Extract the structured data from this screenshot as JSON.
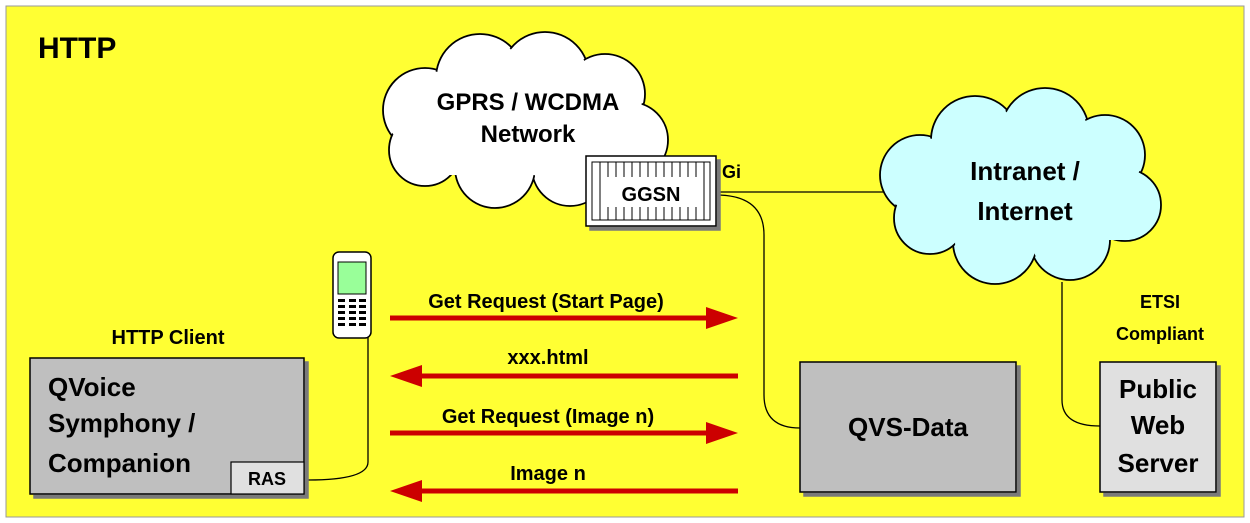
{
  "title": "HTTP",
  "cloud_gprs": {
    "line1": "GPRS / WCDMA",
    "line2": "Network"
  },
  "cloud_internet": {
    "line1": "Intranet /",
    "line2": "Internet"
  },
  "ggsn": {
    "label": "GGSN",
    "interface_label": "Gi"
  },
  "client": {
    "caption": "HTTP Client",
    "line1": "QVoice",
    "line2": "Symphony /",
    "line3": "Companion",
    "ras_label": "RAS"
  },
  "qvs_data": {
    "label": "QVS-Data"
  },
  "web_server": {
    "caption_line1": "ETSI",
    "caption_line2": "Compliant",
    "line1": "Public",
    "line2": "Web",
    "line3": "Server"
  },
  "messages": [
    {
      "label": "Get Request (Start Page)",
      "direction": "right"
    },
    {
      "label": "xxx.html",
      "direction": "left"
    },
    {
      "label": "Get Request (Image n)",
      "direction": "right"
    },
    {
      "label": "Image n",
      "direction": "left"
    }
  ],
  "colors": {
    "background": "#ffff33",
    "box_gray": "#bfbfbf",
    "server_gray": "#e0e0e0",
    "cloud_cyan": "#ccffff",
    "arrow_red": "#cc0000"
  }
}
